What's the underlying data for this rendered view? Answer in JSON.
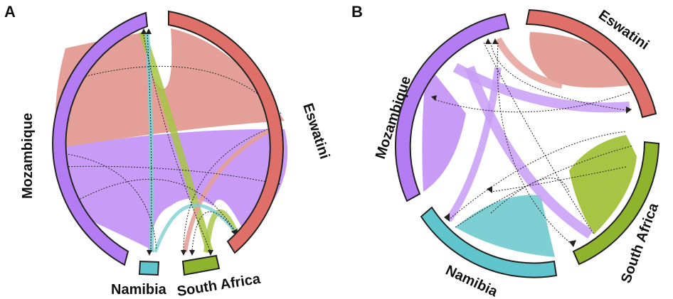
{
  "panels": [
    {
      "letter": "A",
      "sectors": [
        {
          "key": "mozambique",
          "label": "Mozambique",
          "color": "#b47cf2"
        },
        {
          "key": "eswatini",
          "label": "Eswatini",
          "color": "#df7069"
        },
        {
          "key": "namibia",
          "label": "Namibia",
          "color": "#5fc4cb"
        },
        {
          "key": "south_africa",
          "label": "South Africa",
          "color": "#8eb42e"
        }
      ]
    },
    {
      "letter": "B",
      "sectors": [
        {
          "key": "mozambique",
          "label": "Mozambique",
          "color": "#b47cf2"
        },
        {
          "key": "eswatini",
          "label": "Eswatini",
          "color": "#df7069"
        },
        {
          "key": "namibia",
          "label": "Namibia",
          "color": "#5fc4cb"
        },
        {
          "key": "south_africa",
          "label": "South Africa",
          "color": "#8eb42e"
        }
      ]
    }
  ],
  "ribbon_colors": {
    "eswatini": "#e4a098",
    "mozambique": "#c89cf6",
    "namibia": "#7ecfd3",
    "south_africa": "#a7c444"
  }
}
